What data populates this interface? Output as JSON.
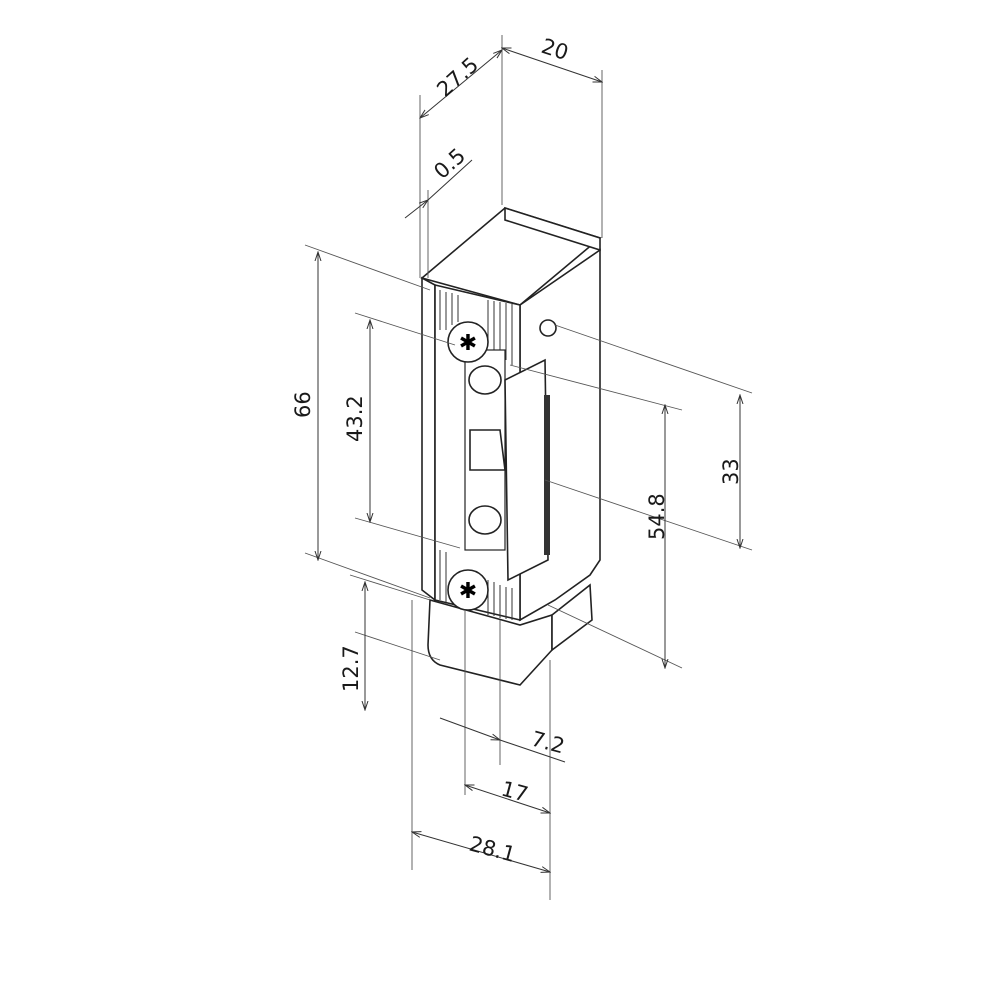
{
  "title": "Electric door strike dimension drawing",
  "dimensions": {
    "depth_top": "27.5",
    "width_top": "20",
    "offset_top": "0.5",
    "height_total": "66",
    "screw_spacing": "43.2",
    "latch_height": "33",
    "faceplate_span": "54.8",
    "bottom_height": "12.7",
    "bottom_small": "7.2",
    "bottom_mid": "17",
    "bottom_total": "28.1"
  }
}
